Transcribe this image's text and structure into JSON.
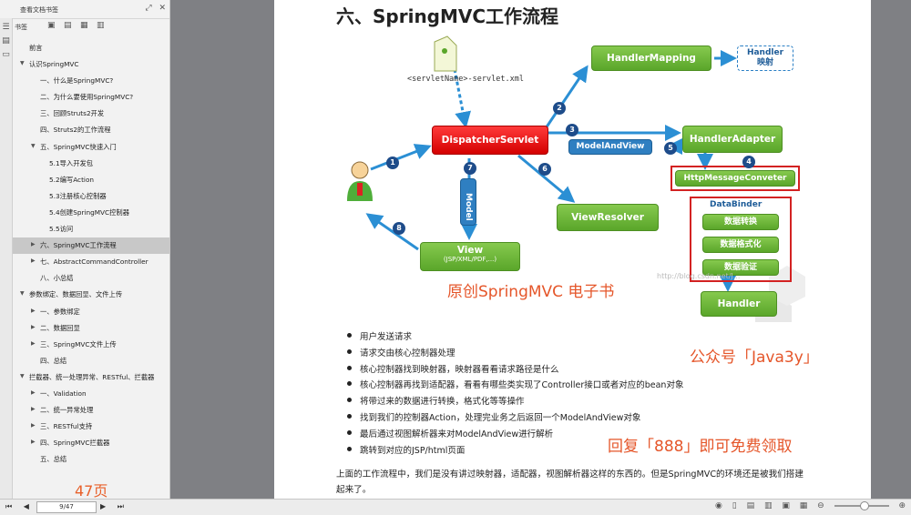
{
  "sidebar": {
    "title": "查看文档书签",
    "tab_label": "书签",
    "toc": [
      {
        "label": "前言",
        "level": 0,
        "arrow": ""
      },
      {
        "label": "认识SpringMVC",
        "level": 0,
        "arrow": "▼"
      },
      {
        "label": "一、什么是SpringMVC?",
        "level": 1,
        "arrow": ""
      },
      {
        "label": "二、为什么要使用SpringMVC?",
        "level": 1,
        "arrow": ""
      },
      {
        "label": "三、回顾Struts2开发",
        "level": 1,
        "arrow": ""
      },
      {
        "label": "四、Struts2的工作流程",
        "level": 1,
        "arrow": ""
      },
      {
        "label": "五、SpringMVC快速入门",
        "level": 1,
        "arrow": "▼"
      },
      {
        "label": "5.1导入开发包",
        "level": 2,
        "arrow": ""
      },
      {
        "label": "5.2编写Action",
        "level": 2,
        "arrow": ""
      },
      {
        "label": "5.3注册核心控制器",
        "level": 2,
        "arrow": ""
      },
      {
        "label": "5.4创建SpringMVC控制器",
        "level": 2,
        "arrow": ""
      },
      {
        "label": "5.5访问",
        "level": 2,
        "arrow": ""
      },
      {
        "label": "六、SpringMVC工作流程",
        "level": 1,
        "arrow": "▶",
        "selected": true
      },
      {
        "label": "七、AbstractCommandController",
        "level": 1,
        "arrow": "▶"
      },
      {
        "label": "八、小总结",
        "level": 1,
        "arrow": ""
      },
      {
        "label": "参数绑定、数据回显、文件上传",
        "level": 0,
        "arrow": "▼"
      },
      {
        "label": "一、参数绑定",
        "level": 1,
        "arrow": "▶"
      },
      {
        "label": "二、数据回显",
        "level": 1,
        "arrow": "▶"
      },
      {
        "label": "三、SpringMVC文件上传",
        "level": 1,
        "arrow": "▶"
      },
      {
        "label": "四、总结",
        "level": 1,
        "arrow": ""
      },
      {
        "label": "拦截器、统一处理异常、RESTful、拦截器",
        "level": 0,
        "arrow": "▼"
      },
      {
        "label": "一、Validation",
        "level": 1,
        "arrow": "▶"
      },
      {
        "label": "二、统一异常处理",
        "level": 1,
        "arrow": "▶"
      },
      {
        "label": "三、RESTful支持",
        "level": 1,
        "arrow": "▶"
      },
      {
        "label": "四、SpringMVC拦截器",
        "level": 1,
        "arrow": "▶"
      },
      {
        "label": "五、总结",
        "level": 1,
        "arrow": ""
      }
    ],
    "pages_note": "47页"
  },
  "toolbar": {
    "page_indicator": "9/47"
  },
  "document": {
    "heading": "六、SpringMVC工作流程",
    "diagram": {
      "servlet_xml": "<servletName>-servlet.xml",
      "handler_mapping": "HandlerMapping",
      "handler_label": "Handler\n映射",
      "dispatcher": "DispatcherServlet",
      "handler_adapter": "HandlerAdapter",
      "model_and_view": "ModelAndView",
      "http_converter": "HttpMessageConveter",
      "data_binder": "DataBinder",
      "convert": "数据转换",
      "format": "数据格式化",
      "validate": "数据验证",
      "view_resolver": "ViewResolver",
      "model": "Model",
      "view": "View",
      "view_sub": "(JSP/XML/PDF,...)",
      "handler": "Handler",
      "steps": [
        "1",
        "2",
        "3",
        "4",
        "5",
        "6",
        "7",
        "8"
      ],
      "watermark": "http://blog.csdn.net/J..."
    },
    "promo_ebook": "原创SpringMVC 电子书",
    "promo_account": "公众号「Java3y」",
    "promo_reply": "回复「888」即可免费领取",
    "bullets": [
      "用户发送请求",
      "请求交由核心控制器处理",
      "核心控制器找到映射器，映射器看看请求路径是什么",
      "核心控制器再找到适配器，看看有哪些类实现了Controller接口或者对应的bean对象",
      "将带过来的数据进行转换，格式化等等操作",
      "找到我们的控制器Action，处理完业务之后返回一个ModelAndView对象",
      "最后通过视图解析器来对ModelAndView进行解析",
      "跳转到对应的JSP/html页面"
    ],
    "paragraph": "上面的工作流程中，我们是没有讲过映射器，适配器，视图解析器这样的东西的。但是SpringMVC的环境还是被我们搭建起来了。"
  }
}
